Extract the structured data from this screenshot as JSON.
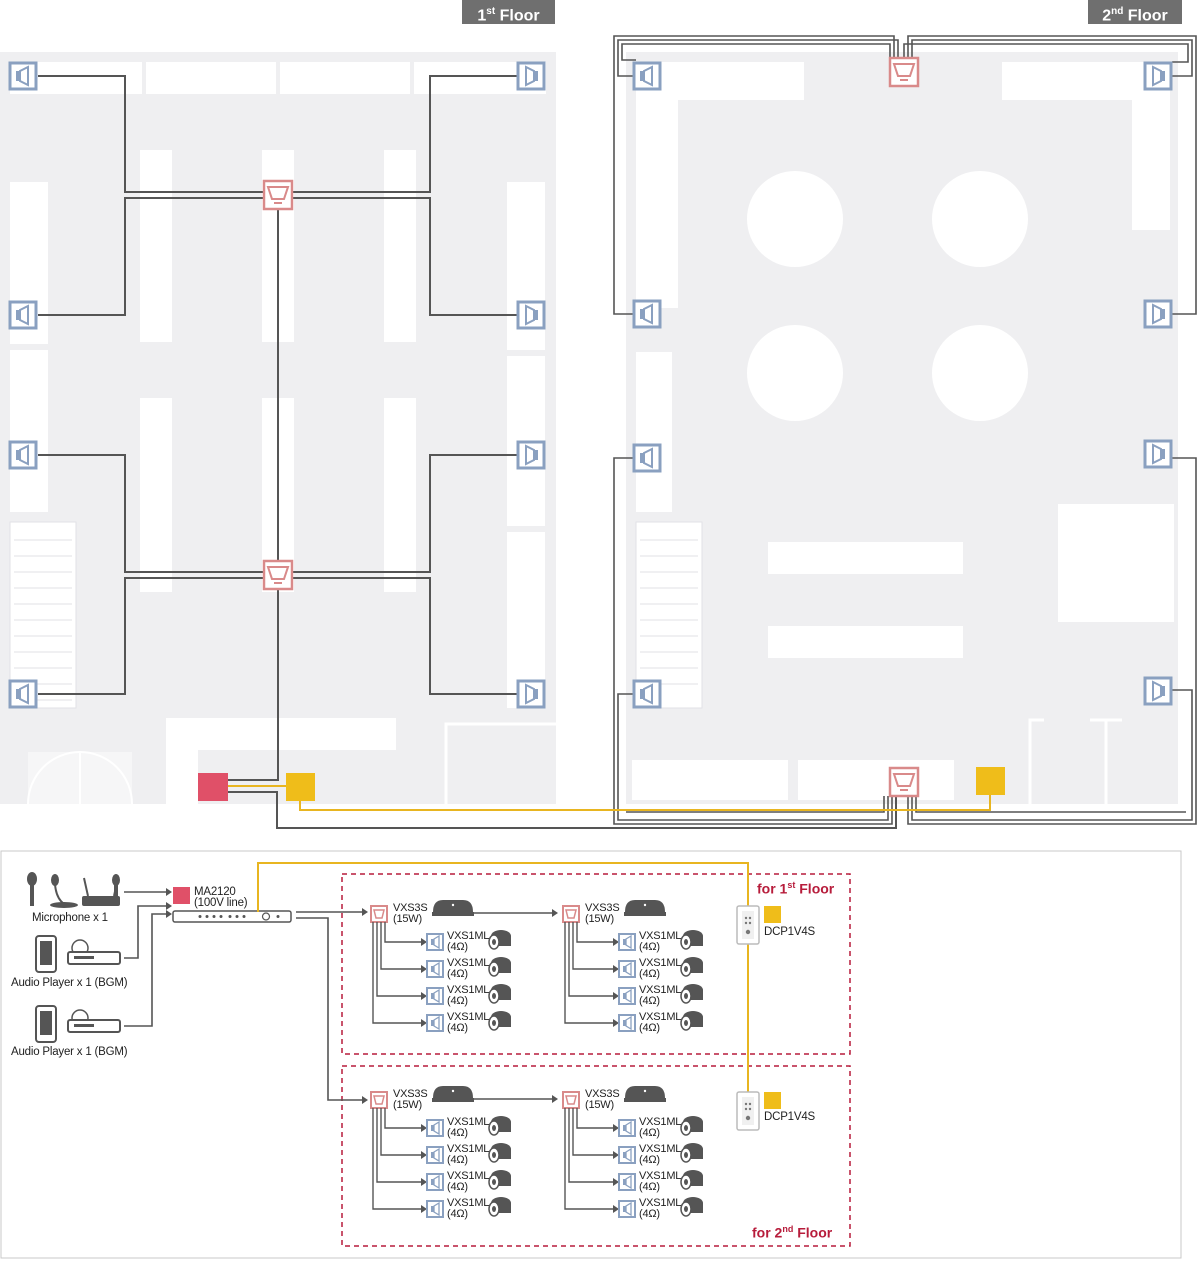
{
  "floors": {
    "first": {
      "label_num": "1",
      "label_sup": "st",
      "label_word": "Floor"
    },
    "second": {
      "label_num": "2",
      "label_sup": "nd",
      "label_word": "Floor"
    }
  },
  "sources": {
    "microphone": "Microphone x 1",
    "audio_player_1": "Audio Player x 1 (BGM)",
    "audio_player_2": "Audio Player x 1 (BGM)"
  },
  "amplifier": {
    "model": "MA2120",
    "spec": "(100V line)"
  },
  "zones": [
    {
      "label_pre": "for 1",
      "label_sup": "st",
      "label_post": " Floor"
    },
    {
      "label_pre": "for 2",
      "label_sup": "nd",
      "label_post": " Floor"
    }
  ],
  "devices": {
    "vxs3s_model": "VXS3S",
    "vxs3s_spec": "(15W)",
    "vxs1ml_model": "VXS1ML",
    "vxs1ml_spec": "(4Ω)",
    "controller": "DCP1V4S"
  },
  "colors": {
    "floor_bg": "#efeff1",
    "wall": "#ffffff",
    "wire": "#555555",
    "control_wire": "#e8b520",
    "amplifier": "#e05068",
    "controller": "#efbd1a",
    "sub_speaker": "#d98a8a",
    "ceiling_speaker": "#8aa0c0",
    "zone_border": "#b71c3b",
    "tag_bg": "#6f6f6f"
  }
}
